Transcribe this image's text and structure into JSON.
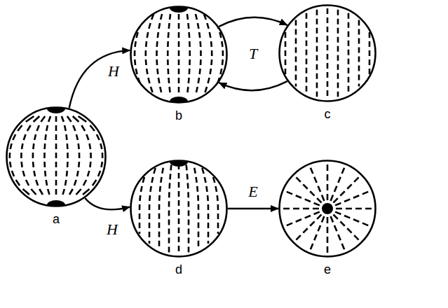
{
  "diagram": {
    "nodes": [
      {
        "text": [
          "a"
        ]
      },
      {
        "text": [
          "b"
        ]
      },
      {
        "text": [
          "c"
        ]
      },
      {
        "text": [
          "d"
        ]
      },
      {
        "text": [
          "e"
        ]
      }
    ],
    "edges": [
      {
        "from": 0,
        "to": 1,
        "arrow": "to",
        "label": "H"
      },
      {
        "from": 1,
        "to": 2,
        "arrow": "to",
        "label": "T"
      },
      {
        "from": 2,
        "to": 1,
        "arrow": "to"
      },
      {
        "from": 0,
        "to": 3,
        "arrow": "to",
        "label": "H"
      },
      {
        "from": 3,
        "to": 4,
        "arrow": "to",
        "label": "E"
      }
    ]
  }
}
